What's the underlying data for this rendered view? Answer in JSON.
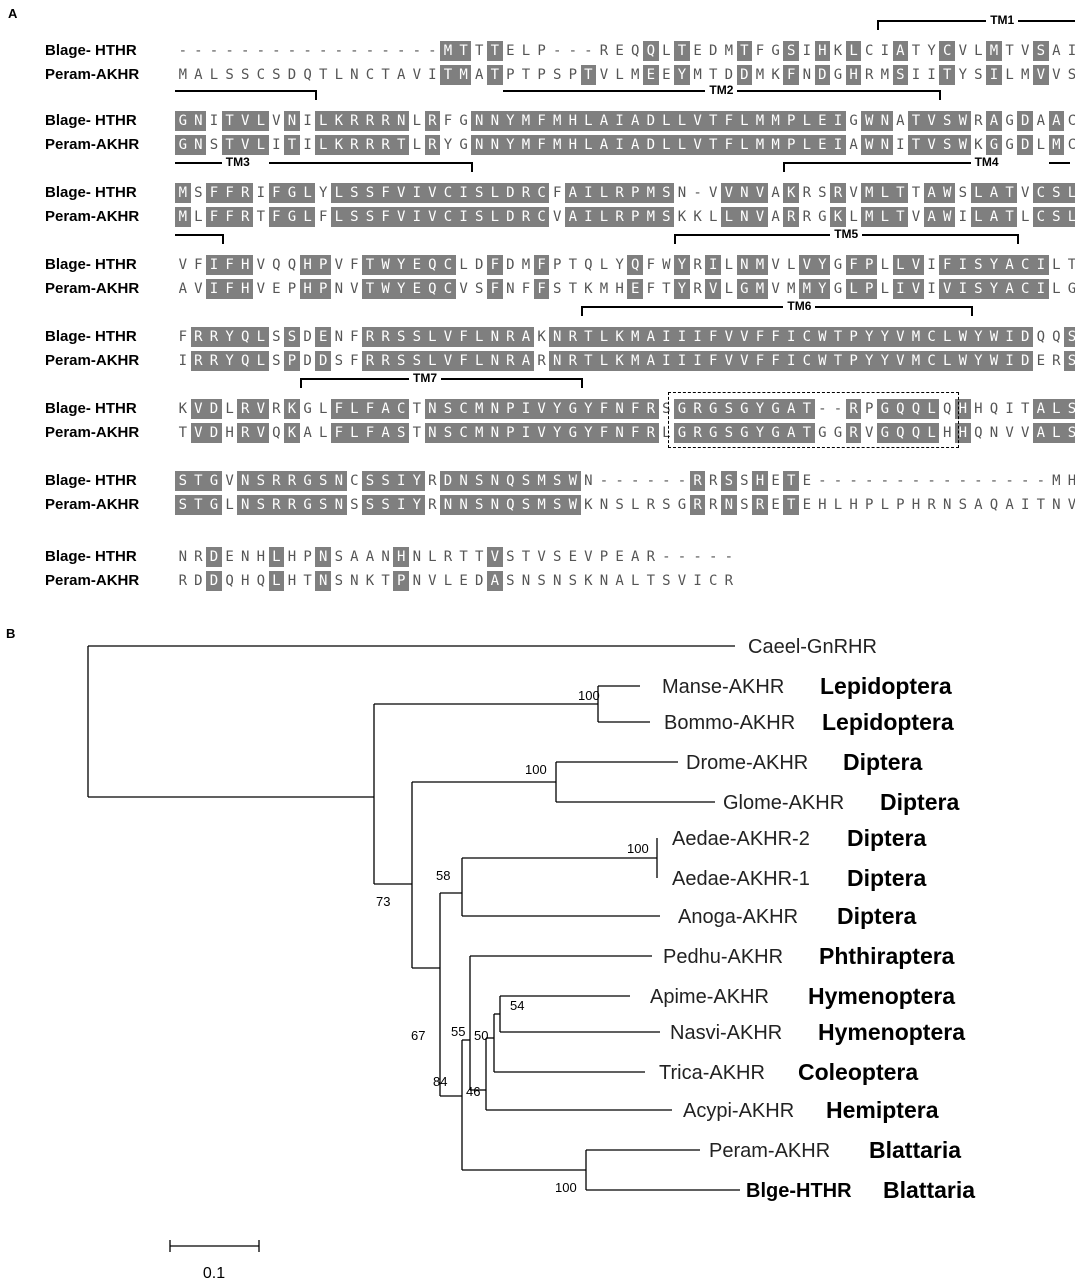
{
  "panel_a": {
    "label": "A",
    "blocks": [
      {
        "rows": [
          {
            "name": "Blage- HTHR",
            "seq": "-----------------MTTTELP---REQQLTEDMTFGSIHKLCIATYCVLMTVSAI",
            "hl": "                 xx x     x   x x   x  x x x  x  x  x  x  "
          },
          {
            "name": "Peram-AKHR",
            "seq": "MALSSCSDQTLNCTAVITMATPTPSPTVLMEEYMTDDMKFNDGHRMSIITYSILMVVSVA",
            "hl": "                 xx x     x   x x   x  x x x  x  x  x  x  "
          }
        ],
        "tms": [
          {
            "label": "TM1"
          }
        ]
      },
      {
        "rows": [
          {
            "name": "Blage- HTHR",
            "seq": "GNITVLVNILKRRRNLRFGNNYMFMHLAIADLLVTFLMMPLEIGWNATVSWRAGDAACRV",
            "hl": "xx xxx x xxxxxx x  xxxxxxxxxxxxxxxxxxxxxxxx xx xxxx x x x x "
          },
          {
            "name": "Peram-AKHR",
            "seq": "GNSTVLITILKRRRTLRYGNNYMFMHLAIADLLVTFLMMPLEIAWNITVSWKGGDLMCRI",
            "hl": "xx xxx x xxxxxx x  xxxxxxxxxxxxxxxxxxxxxxxx xx xxxx x x x x "
          }
        ],
        "tms": [
          {
            "label": "TM2"
          }
        ]
      },
      {
        "rows": [
          {
            "name": "Blage- HTHR",
            "seq": "MSFFRIFGLYLSSFVIVCISLDRCFAILRPMSN-VVNVAKRSRVMLTTAWSLATVCSLPQ",
            "hl": "x xxx xxx xxxxxxxxxxxxxx xxxxxxx   xxx x  x xxx xx xxx xxxxx"
          },
          {
            "name": "Peram-AKHR",
            "seq": "MLFFRTFGLFLSSFVIVCISLDRCVAILRPMSKKLLNVARRGKLMLTVAWILATLCSLPQ",
            "hl": "x xxx xxx xxxxxxxxxxxxxx xxxxxxx   xxx x  x xxx xx xxx xxxxx"
          }
        ],
        "tms": [
          {
            "label": "TM3"
          },
          {
            "label": "TM4"
          }
        ]
      },
      {
        "rows": [
          {
            "name": "Blage- HTHR",
            "seq": "VFIFHVQQHPVFTWYEQCLDFDMFPTQLYQFWYRILNMVLVYGFPLLVIFISYACILTEI",
            "hl": "  xxx   xx  xxxxxx  x  x     x  x x xx  xx xx xx xxxxxxx  x"
          },
          {
            "name": "Peram-AKHR",
            "seq": "AVIFHVEPHPNVTWYEQCVSFNFFSTKMHEFTYRVLGMVMMYGLPLIVIVISYACILGEI",
            "hl": "  xxx   xx  xxxxxx  x  x     x  x x xx  xx xx xx xxxxxxx  x"
          }
        ],
        "tms": [
          {
            "label": "TM5"
          }
        ]
      },
      {
        "rows": [
          {
            "name": "Blage- HTHR",
            "seq": "FRRYQLSSDENFRRSSLVFLNRAKNRTLKMAIIIFVVFFICWTPYYVMCLWYWIDQQSAE",
            "hl": " xxxxx x x  xxxxxxxxxxx xxxxxxxxxxxxxxxxxxxxxxxxxxxxxxx  xxx"
          },
          {
            "name": "Peram-AKHR",
            "seq": "IRRYQLSPDDSFRRSSLVFLNRARNRTLKMAIIIFVVFFICWTPYYVMCLWYWIDERSAE",
            "hl": " xxxxx x x  xxxxxxxxxxx xxxxxxxxxxxxxxxxxxxxxxxxxxxxxxx  xxx"
          }
        ],
        "tms": [
          {
            "label": "TM6"
          }
        ]
      },
      {
        "rows": [
          {
            "name": "Blage- HTHR",
            "seq": "KVDLRVRKGLFLFACTNSCMNPIVYGYFNFRSGRGSGYGAT--RPGQQLQHHQITALSNN",
            "hl": " xx xx x  xxxxx xxxxxxxxxxxxxxx xxxxxxxxx  x xxxx x    xxx x"
          },
          {
            "name": "Peram-AKHR",
            "seq": "TVDHRVQKALFLFASTNSCMNPIVYGYFNFRLGRGSGYGATGGRVGQQLHHQNVVALSGN",
            "hl": " xx xx x  xxxxx xxxxxxxxxxxxxxx xxxxxxxxx  x xxxx x    xxx x"
          }
        ],
        "tms": [
          {
            "label": "TM7"
          }
        ],
        "motif": true
      },
      {
        "rows": [
          {
            "name": "Blage- HTHR",
            "seq": "STGVNSRRGSNCSSIYRDNSNQSMSWN------RRSSHETE---------------MHANN",
            "hl": "xxx xxxxxxx xxxx xxxxxxxxx       x x x x                  x "
          },
          {
            "name": "Peram-AKHR",
            "seq": "STGLNSRRGSNSSSIYRNNSNQSMSWKNSLRSGRRNSRETEHLHPLPHRNSAQAITNVNG",
            "hl": "xxx xxxxxxx xxxx xxxxxxxxx       x x x x                  x "
          }
        ],
        "tms": []
      },
      {
        "rows": [
          {
            "name": "Blage- HTHR",
            "seq": "NRDENHLHPNSAANHNLRTTVSTVSEVPEAR-----",
            "hl": "  x   x  x    x     x              "
          },
          {
            "name": "Peram-AKHR",
            "seq": "RDDQHQLHTNSNKTPNVLEDASNSNSKNALTSVICR",
            "hl": "  x   x  x    x     x              "
          }
        ],
        "tms": []
      }
    ]
  },
  "panel_b": {
    "label": "B",
    "scale_label": "0.1",
    "taxa": [
      {
        "name": "Caeel-GnRHR",
        "order": "",
        "bold_name": false
      },
      {
        "name": "Manse-AKHR",
        "order": "Lepidoptera",
        "bold_name": false
      },
      {
        "name": "Bommo-AKHR",
        "order": "Lepidoptera",
        "bold_name": false
      },
      {
        "name": "Drome-AKHR",
        "order": "Diptera",
        "bold_name": false
      },
      {
        "name": "Glome-AKHR",
        "order": "Diptera",
        "bold_name": false
      },
      {
        "name": "Aedae-AKHR-2",
        "order": "Diptera",
        "bold_name": false
      },
      {
        "name": "Aedae-AKHR-1",
        "order": "Diptera",
        "bold_name": false
      },
      {
        "name": "Anoga-AKHR",
        "order": "Diptera",
        "bold_name": false
      },
      {
        "name": "Pedhu-AKHR",
        "order": "Phthiraptera",
        "bold_name": false
      },
      {
        "name": "Apime-AKHR",
        "order": "Hymenoptera",
        "bold_name": false
      },
      {
        "name": "Nasvi-AKHR",
        "order": "Hymenoptera",
        "bold_name": false
      },
      {
        "name": "Trica-AKHR",
        "order": "Coleoptera",
        "bold_name": false
      },
      {
        "name": "Acypi-AKHR",
        "order": "Hemiptera",
        "bold_name": false
      },
      {
        "name": "Peram-AKHR",
        "order": "Blattaria",
        "bold_name": false
      },
      {
        "name": "Blge-HTHR",
        "order": "Blattaria",
        "bold_name": true
      }
    ],
    "bootstraps": [
      "100",
      "100",
      "100",
      "58",
      "73",
      "67",
      "55",
      "54",
      "50",
      "46",
      "84",
      "100"
    ]
  },
  "colors": {
    "highlight": "#7f7f7f",
    "text": "#000000"
  }
}
